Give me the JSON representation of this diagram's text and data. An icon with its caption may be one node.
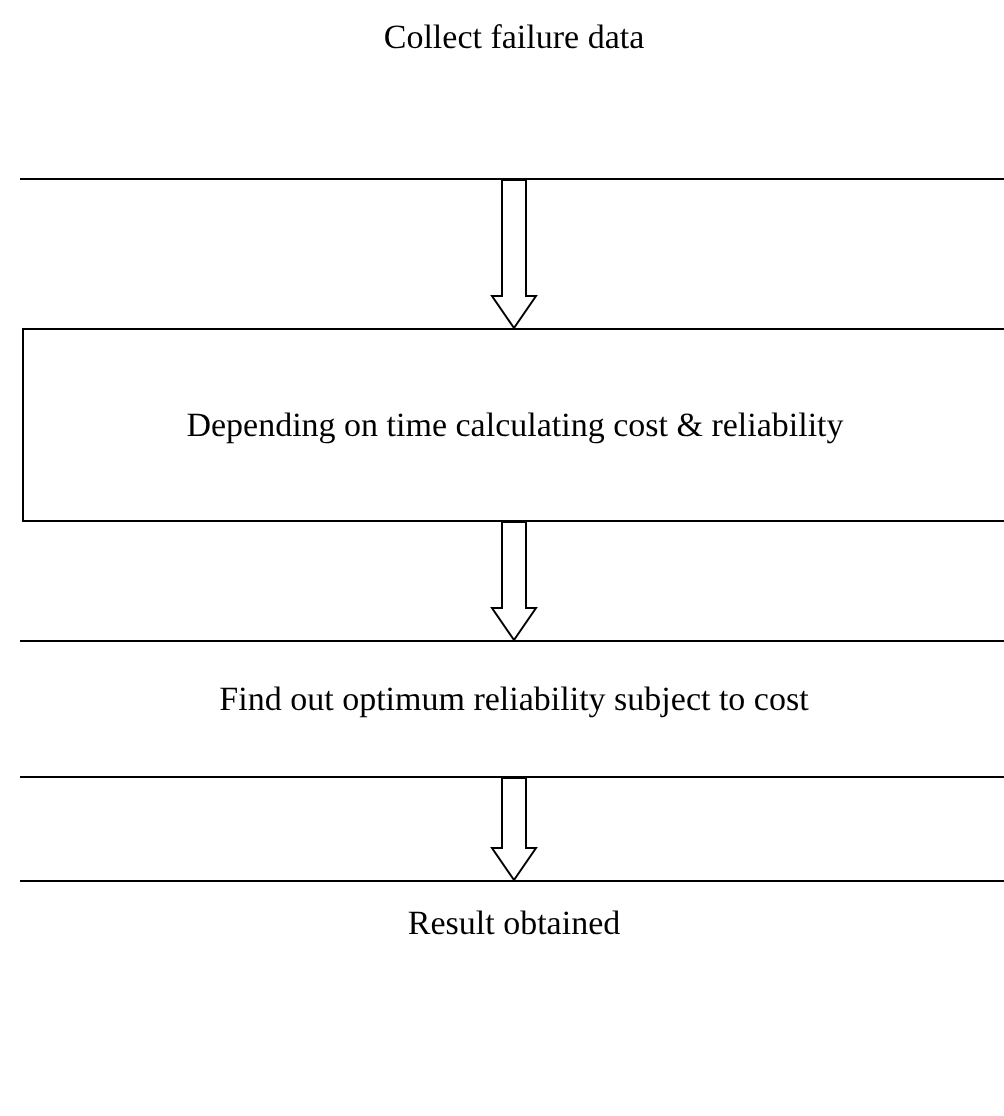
{
  "diagram": {
    "nodes": [
      {
        "text": [
          "Collect failure data"
        ]
      },
      {
        "text": [
          "Depending on time calculating cost & reliability"
        ]
      },
      {
        "text": [
          "Find out optimum reliability subject to cost"
        ]
      },
      {
        "text": [
          "Result obtained"
        ]
      }
    ],
    "edges": [
      {
        "from": 0,
        "to": 1,
        "arrow": "to"
      },
      {
        "from": 1,
        "to": 2,
        "arrow": "to"
      },
      {
        "from": 2,
        "to": 3,
        "arrow": "to"
      }
    ]
  }
}
